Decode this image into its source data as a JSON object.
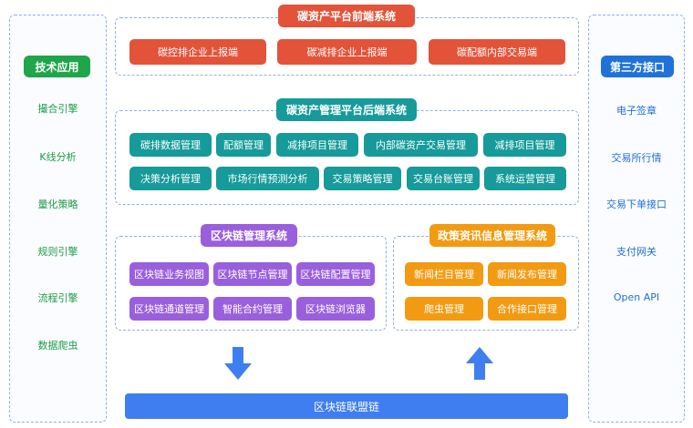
{
  "left_panel": {
    "title": "技术应用",
    "items": [
      "撮合引擎",
      "K线分析",
      "量化策略",
      "规则引擎",
      "流程引擎",
      "数据爬虫"
    ]
  },
  "right_panel": {
    "title": "第三方接口",
    "items": [
      "电子签章",
      "交易所行情",
      "交易下单接口",
      "支付网关",
      "Open API"
    ]
  },
  "frontend": {
    "title": "碳资产平台前端系统",
    "items": [
      "碳控排企业上报端",
      "碳减排企业上报端",
      "碳配额内部交易端"
    ]
  },
  "backend": {
    "title": "碳资产管理平台后端系统",
    "row1": [
      "碳排数据管理",
      "配额管理",
      "减排项目管理",
      "内部碳资产交易管理",
      "减排项目管理"
    ],
    "row2": [
      "决策分析管理",
      "市场行情预测分析",
      "交易策略管理",
      "交易台账管理",
      "系统运营管理"
    ]
  },
  "blockchain_mgmt": {
    "title": "区块链管理系统",
    "items": [
      "区块链业务视图",
      "区块链节点管理",
      "区块链配置管理",
      "区块链通道管理",
      "智能合约管理",
      "区块链浏览器"
    ]
  },
  "policy_mgmt": {
    "title": "政策资讯信息管理系统",
    "items": [
      "新闻栏目管理",
      "新闻发布管理",
      "爬虫管理",
      "合作接口管理"
    ]
  },
  "bottom": {
    "label": "区块链联盟链"
  },
  "colors": {
    "red": "#e2533a",
    "teal": "#169a9a",
    "purple": "#9a5fdc",
    "orange": "#f29a12",
    "blue": "#3f7ef0",
    "green": "#1fa54a",
    "navy": "#1f72d8"
  },
  "icons": {
    "down_arrow": "down-arrow-icon",
    "up_arrow": "up-arrow-icon"
  }
}
